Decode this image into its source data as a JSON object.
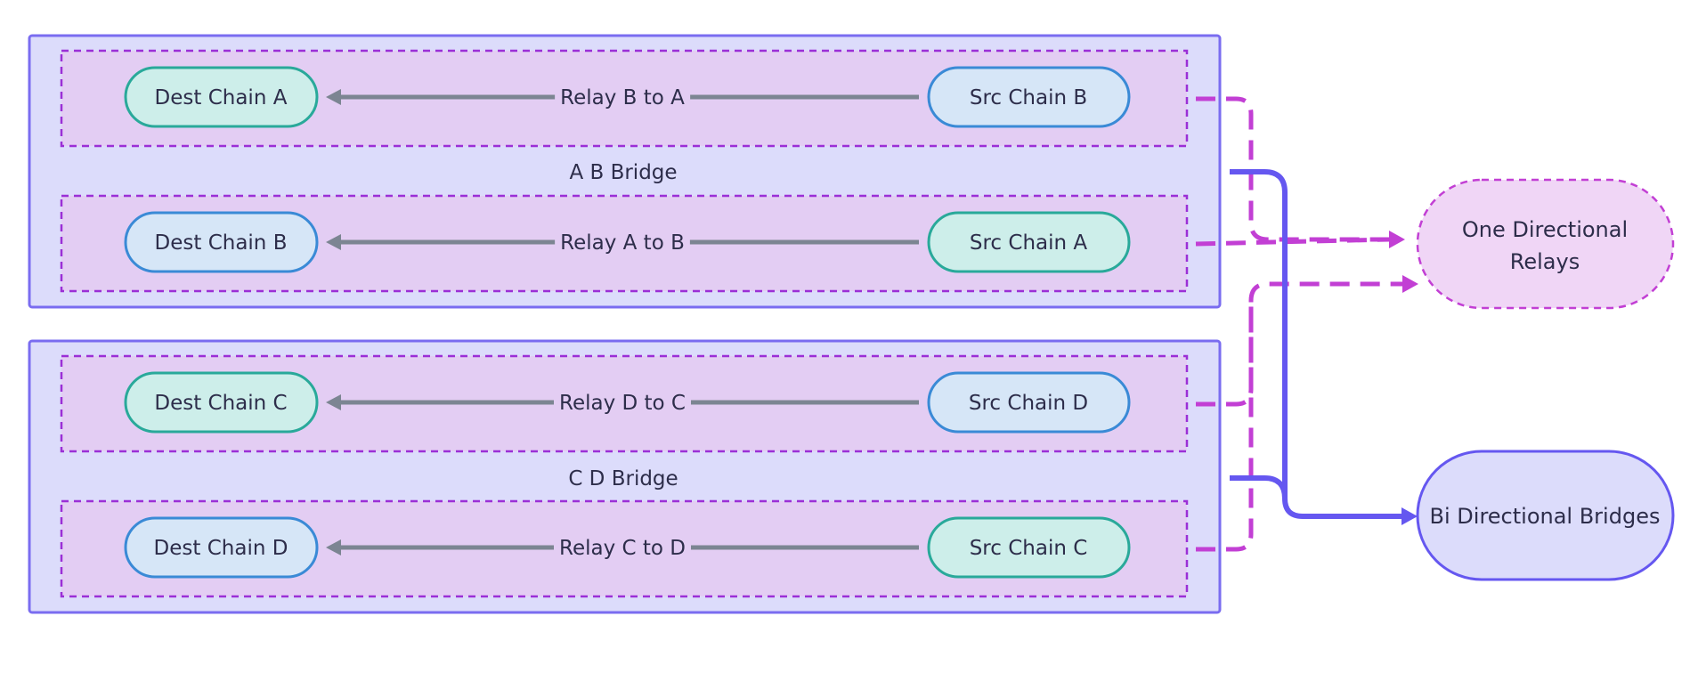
{
  "bridges": [
    {
      "label": "A  B Bridge",
      "relays": [
        {
          "dest": "Dest Chain A",
          "relay": "Relay B to A",
          "src": "Src Chain B",
          "dest_style": "teal",
          "src_style": "blue"
        },
        {
          "dest": "Dest Chain B",
          "relay": "Relay A to B",
          "src": "Src Chain A",
          "dest_style": "blue",
          "src_style": "teal"
        }
      ]
    },
    {
      "label": "C D Bridge",
      "relays": [
        {
          "dest": "Dest Chain C",
          "relay": "Relay D to C",
          "src": "Src Chain D",
          "dest_style": "teal",
          "src_style": "blue"
        },
        {
          "dest": "Dest Chain D",
          "relay": "Relay C to D",
          "src": "Src Chain C",
          "dest_style": "blue",
          "src_style": "teal"
        }
      ]
    }
  ],
  "legend": {
    "one_directional": [
      "One Directional",
      "Relays"
    ],
    "bi_directional": "Bi Directional Bridges"
  },
  "colors": {
    "bridge_fill": "#dcdcfb",
    "bridge_stroke": "#7a6cf0",
    "relay_fill": "#e3cdf3",
    "relay_stroke": "#9b2fd6",
    "teal_fill": "#cdeeea",
    "teal_stroke": "#29a99a",
    "blue_fill": "#d6e6f7",
    "blue_stroke": "#3a8ad6",
    "one_directional_link": "#c23fd4",
    "bi_directional_link": "#6557f0"
  }
}
